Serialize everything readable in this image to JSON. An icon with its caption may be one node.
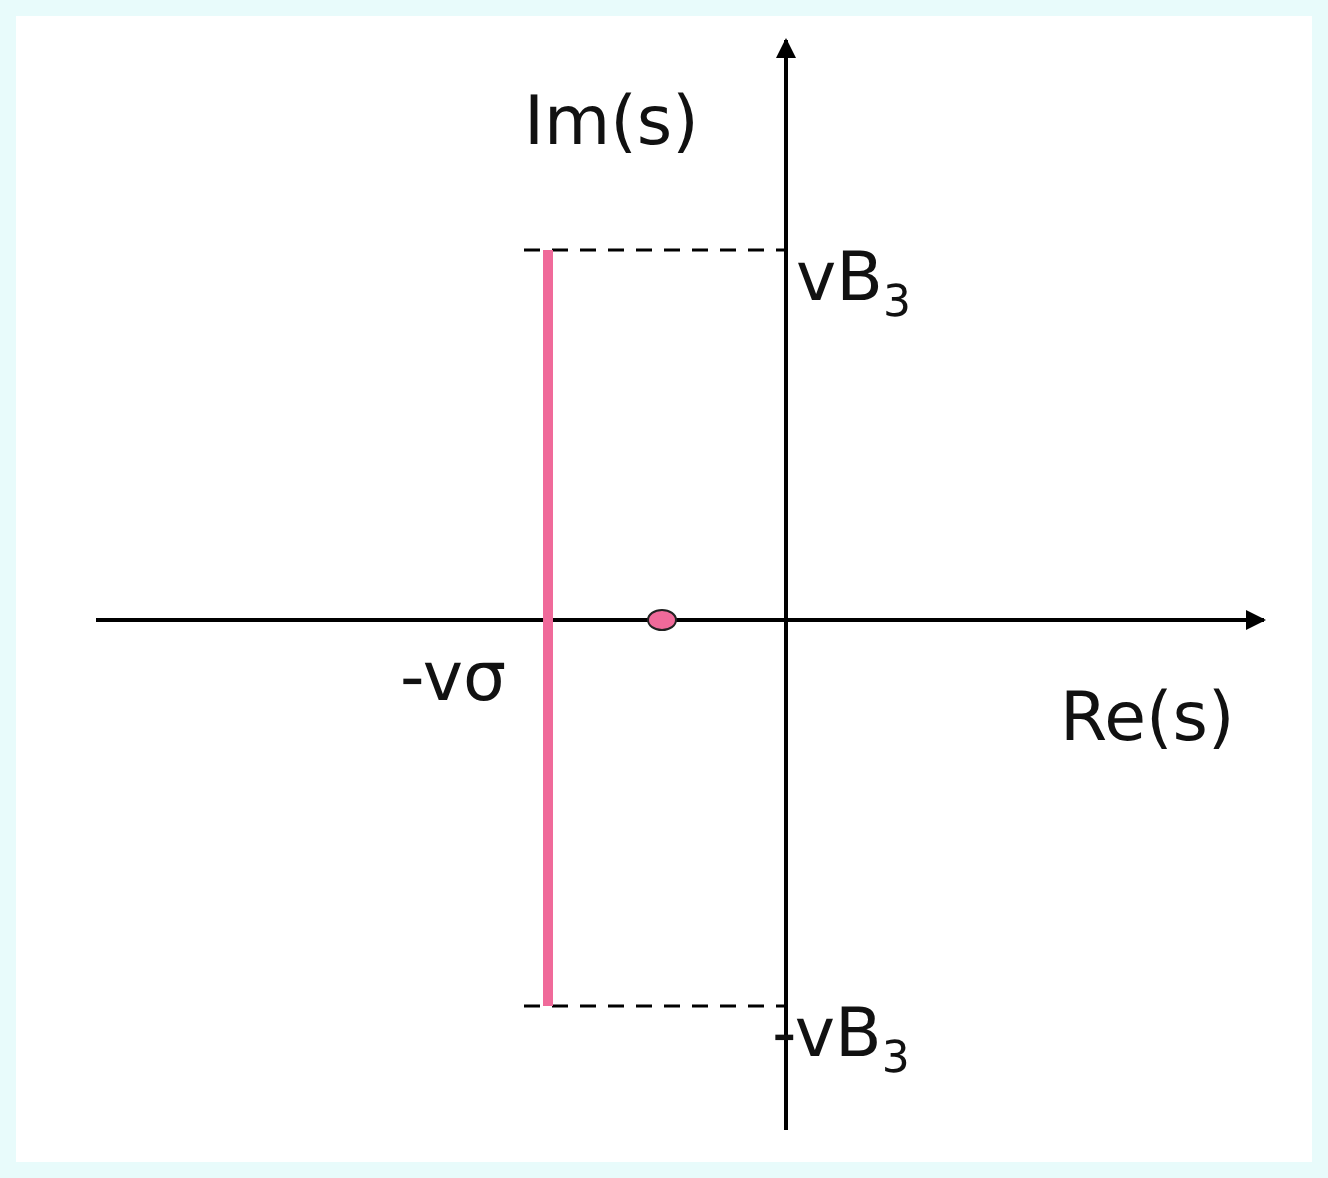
{
  "diagram": {
    "labels": [
      "Im(s)",
      "vB$_{3}$",
      "-vσ",
      "Re(s)",
      "-vB$_{3}$"
    ]
  }
}
